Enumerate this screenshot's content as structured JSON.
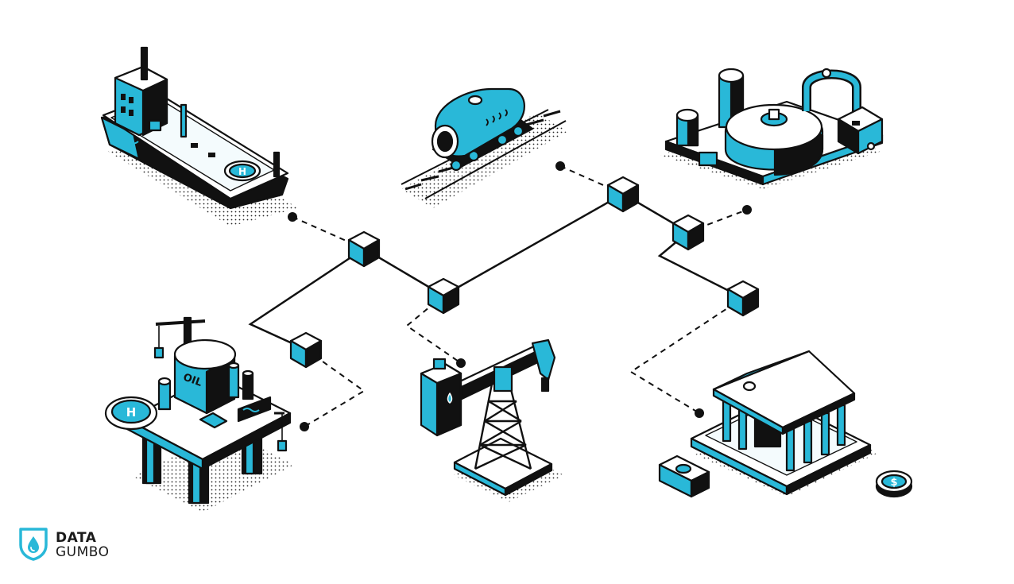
{
  "colors": {
    "accent": "#29B8D8",
    "ink": "#111111",
    "background": "#FFFFFF",
    "light": "#E9F6FA"
  },
  "illustrations": {
    "tanker_ship": {
      "helipad_letter": "H"
    },
    "offshore_platform": {
      "tank_label": "OIL",
      "helipad_letter": "H"
    },
    "bank": {
      "coin_symbol": "$"
    }
  },
  "logo": {
    "line1": "DATA",
    "line2": "GUMBO",
    "icon": "water-drop-shield-icon"
  }
}
